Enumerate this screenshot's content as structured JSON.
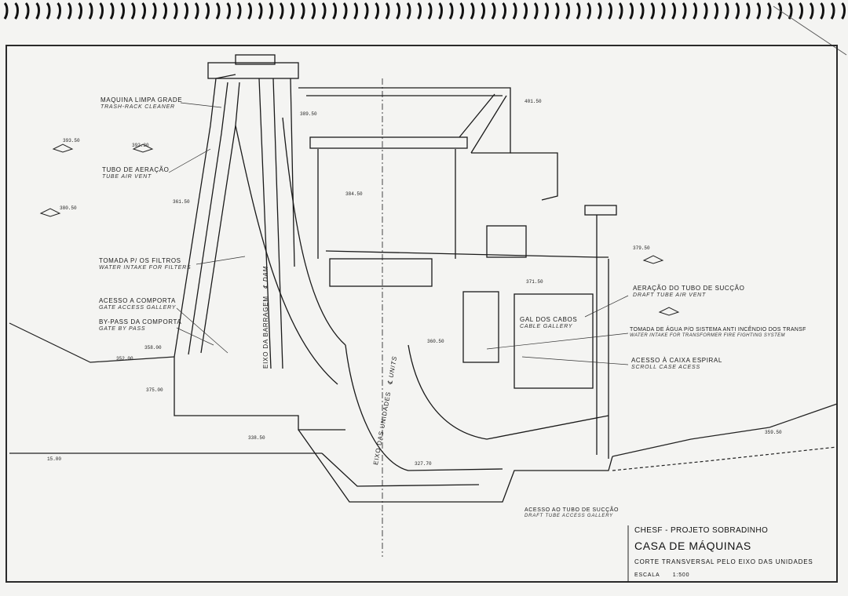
{
  "labels": {
    "trash_rack_pt": "MAQUINA LIMPA GRADE",
    "trash_rack_en": "TRASH-RACK CLEANER",
    "air_vent_pt": "TUBO DE AERAÇÃO",
    "air_vent_en": "TUBE AIR VENT",
    "filter_intake_pt": "TOMADA P/ OS FILTROS",
    "filter_intake_en": "WATER INTAKE FOR FILTERS",
    "gate_access_pt": "ACESSO A COMPORTA",
    "gate_access_en": "GATE ACCESS GALLERY",
    "gate_bypass_pt": "BY-PASS DA COMPORTA",
    "gate_bypass_en": "GATE BY PASS",
    "draft_vent_pt": "AERAÇÃO DO TUBO DE SUCÇÃO",
    "draft_vent_en": "DRAFT TUBE AIR VENT",
    "cable_gallery_pt": "GAL DOS CABOS",
    "cable_gallery_en": "CABLE GALLERY",
    "transformer_intake_pt": "TOMADA DE ÁGUA P/O SISTEMA ANTI INCÊNDIO DOS TRANSF",
    "transformer_intake_en": "WATER INTAKE FOR TRANSFORMER FIRE FIGHTING SYSTEM",
    "scroll_access_pt": "ACESSO À CAIXA ESPIRAL",
    "scroll_access_en": "SCROLL CASE ACESS",
    "draft_access_pt": "ACESSO AO TUBO DE SUCÇÃO",
    "draft_access_en": "DRAFT TUBE ACCESS GALLERY",
    "dam_axis_pt": "EIXO DA BARRAGEM",
    "dam_axis_en": "℄ DAM",
    "units_axis_pt": "EIXO DAS UNIDADES",
    "units_axis_en": "℄ UNITS"
  },
  "elevations": {
    "e1": "393.50",
    "e2": "392.30",
    "e3": "380.50",
    "e4": "361.50",
    "e5": "401.50",
    "e6": "389.50",
    "e7": "384.50",
    "e8": "379.50",
    "e9": "371.50",
    "e10": "360.50",
    "e11": "358.00",
    "e12": "352.00",
    "e13": "338.50",
    "e14": "327.70",
    "e15": "375.00",
    "e16": "359.50",
    "e17": "15.00"
  },
  "title_block": {
    "project": "CHESF - PROJETO SOBRADINHO",
    "title": "CASA DE MÁQUINAS",
    "subtitle": "CORTE TRANSVERSAL PELO EIXO DAS UNIDADES",
    "scale_label": "ESCALA",
    "scale_value": "1:500"
  },
  "colors": {
    "ink": "#1a1a1a",
    "paper": "#f4f4f2",
    "border": "#2a2a2a"
  }
}
